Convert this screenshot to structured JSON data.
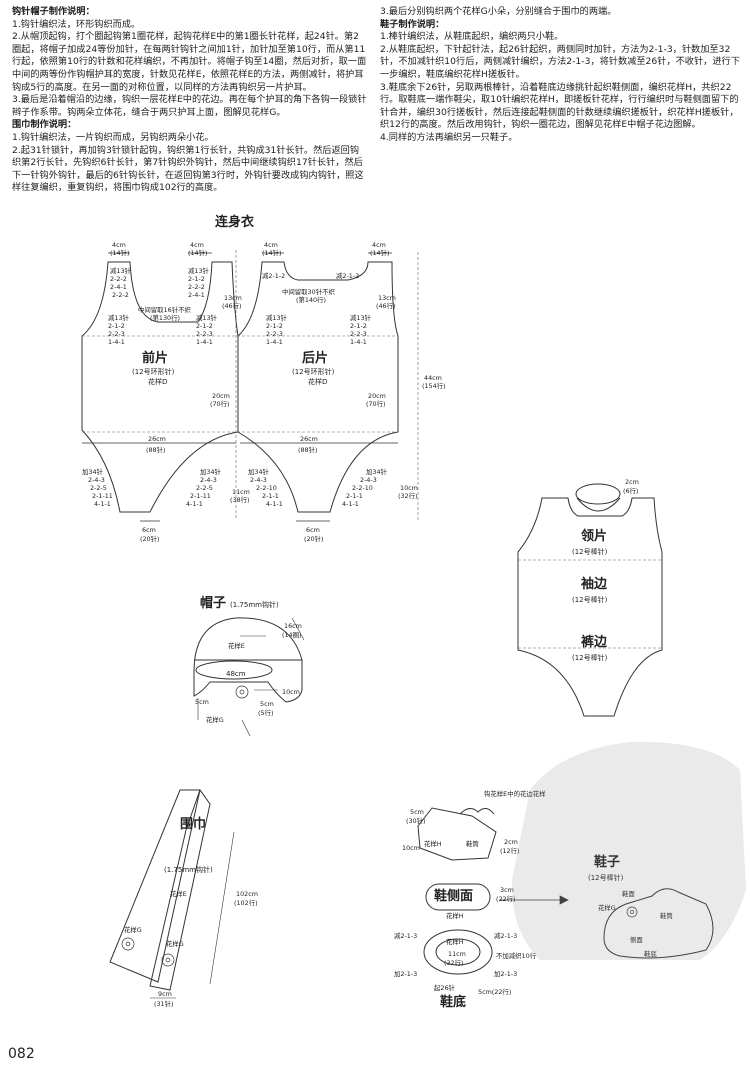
{
  "instructions": {
    "hat_title": "钩针帽子制作说明：",
    "hat_steps": [
      "1.钩针编织法，环形钩织而成。",
      "2.从帽顶起钩，打个圈起钩第1圈花样，起钩花样E中的第1圈长针花样，起24针。第2圈起，将帽子加成24等份加针，在每两针钩针之间加1针，加针加至第10行，而从第11行起，依照第10行的针数和花样编织，不再加针。将帽子钩至14圈，然后对折，取一面中间的两等份作钩帽护耳的宽度，针数见花样E，依照花样E的方法，两侧减针，将护耳钩成5行的高度。在另一面的对称位置，以同样的方法再钩织另一片护耳。",
      "3.最后是沿着帽沿的边缘，钩织一层花样E中的花边。再在每个护耳的角下各钩一段锁针辫子作系带。钩两朵立体花，缝合于两只护耳上面，图解见花样G。"
    ],
    "scarf_title": "围巾制作说明：",
    "scarf_steps": [
      "1.钩针编织法，一片钩织而成，另钩织两朵小花。",
      "2.起31针锁针，再加钩3针锁针起钩，钩织第1行长针，共钩成31针长针。然后返回钩织第2行长针，先钩织6针长针，第7针钩织外钩针，然后中间继续钩织17针长针，然后下一针钩外钩针，最后的6针钩长针，在返回钩第3行时，外钩针要改成钩内钩针，照这样往复编织，重复钩织，将围巾钩成102行的高度。",
      "3.最后分别钩织两个花样G小朵，分别缝合于围巾的两端。"
    ],
    "shoe_title": "鞋子制作说明：",
    "shoe_steps": [
      "1.棒针编织法，从鞋底起织，编织两只小鞋。",
      "2.从鞋底起织，下针起针法，起26针起织，两侧同时加针，方法为2-1-3，针数加至32针，不加减针织10行后，两侧减针编织，方法2-1-3，将针数减至26针，不收针，进行下一步编织，鞋底编织花样H搓板针。",
      "3.鞋底余下26针，另取两根棒针，沿着鞋底边缘挑针起织鞋侧面，编织花样H，共织22行。取鞋底一端作鞋尖，取10针编织花样H，即搓板针花样，行行编织时与鞋侧面留下的针合并，编织30行搓板针，然后连接起鞋侧面的针数继续编织搓板针，织花样H搓板针，织12行的高度。然后改用钩针，钩织一圈花边，图解见花样E中帽子花边图解。",
      "4.同样的方法再编织另一只鞋子。"
    ]
  },
  "romper": {
    "title": "连身衣",
    "front": {
      "name": "前片",
      "note": "(12号环形针)",
      "pattern": "花样D",
      "center": "中间留取16针不织",
      "center_rows": "(第130行)"
    },
    "back": {
      "name": "后片",
      "note": "(12号环形针)",
      "pattern": "花样D",
      "center": "中间留取30针不织",
      "center_rows": "(第140行)"
    },
    "strap_a": "4cm",
    "strap_b": "(14针)",
    "arm_a": "13cm",
    "arm_b": "(46行)",
    "body_a": "20cm",
    "body_b": "(70行)",
    "total_a": "44cm",
    "total_b": "(154行)",
    "width_a": "26cm",
    "width_b": "(88针)",
    "leg_a": "11cm",
    "leg_b": "(38行)",
    "leg_c": "10cm",
    "leg_d": "(32行)",
    "crotch_a": "6cm",
    "crotch_b": "(20针)",
    "dec_left": [
      "减13针",
      "2-2-2",
      "2-4-1"
    ],
    "dec_neck": [
      "2-1-2",
      "2-2-2",
      "2-4-1"
    ],
    "dec_arm": [
      "减13针",
      "2-1-2",
      "2-2-3",
      "1-4-1"
    ],
    "inc_leg": [
      "加34针",
      "2-4-3",
      "2-2-5",
      "2-1-11",
      "4-1-1"
    ],
    "back_neck_left": "减2-1-2",
    "back_neck_right": "减2-1-2",
    "inc_leg_back": [
      "加34针",
      "2-4-3",
      "2-2-10",
      "2-1-1",
      "4-1-1"
    ]
  },
  "edges": {
    "neck_size_a": "2cm",
    "neck_size_b": "(6行)",
    "neck": "领片",
    "neck_note": "(12号棒针)",
    "sleeve": "袖边",
    "sleeve_note": "(12号棒针)",
    "pants": "裤边",
    "pants_note": "(12号棒针)"
  },
  "hat": {
    "title": "帽子",
    "note": "(1.75mm钩针)",
    "pattern": "花样E",
    "size_a": "16cm",
    "size_b": "(14圈)",
    "circ": "48cm",
    "ear_w": "10cm",
    "ear_h_a": "5cm",
    "ear_h_b": "(5行)",
    "ear_side": "5cm",
    "flower": "花样G"
  },
  "scarf": {
    "title": "围巾",
    "note": "(1.75mm钩针)",
    "pattern": "花样E",
    "length_a": "102cm",
    "length_b": "(102行)",
    "width_a": "9cm",
    "width_b": "(31针)",
    "flower": "花样G"
  },
  "shoe": {
    "title": "鞋子",
    "note": "(12号棒针)",
    "top_a": "5cm",
    "top_b": "(30针)",
    "side_len": "10cm",
    "hook_note": "钩花样E中的花边花样",
    "pattern_h": "花样H",
    "tongue": "鞋筒",
    "toe_a": "2cm",
    "toe_b": "(12行)",
    "side_title": "鞋侧面",
    "side_h_a": "3cm",
    "side_h_b": "(22行)",
    "dec_a": "减2-1-3",
    "dec_b": "减2-1-3",
    "sole_len_a": "11cm",
    "sole_len_b": "(32行)",
    "no_change": "不加减织10行",
    "inc_a": "加2-1-3",
    "inc_b": "加2-1-3",
    "cast": "起26针",
    "sole_w": "5cm(22行)",
    "sole_title": "鞋底",
    "final_face": "鞋面",
    "final_flower": "花样G",
    "final_tongue": "鞋筒",
    "final_side": "侧面",
    "final_sole": "鞋底"
  },
  "page_number": "082"
}
